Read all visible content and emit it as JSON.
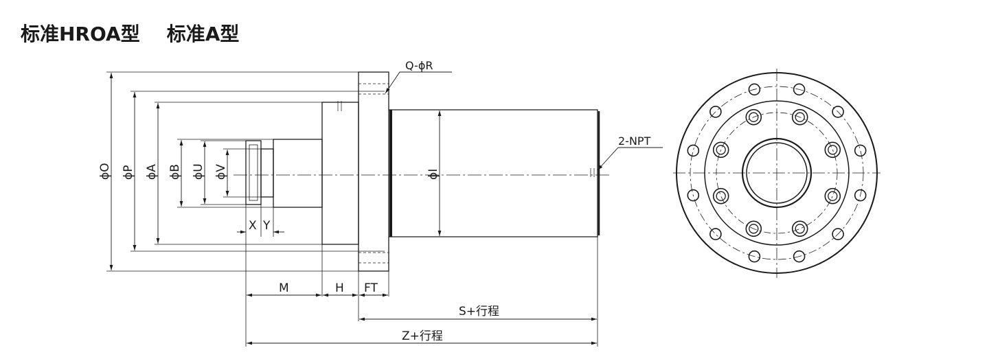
{
  "title": {
    "left": "标准HROA型",
    "right": "标准A型"
  },
  "labels": {
    "O": "ϕO",
    "P": "ϕP",
    "A": "ϕA",
    "B": "ϕB",
    "U": "ϕU",
    "V": "ϕV",
    "I": "ϕI",
    "X": "X",
    "Y": "Y",
    "M": "M",
    "H": "H",
    "FT": "FT",
    "S": "S+行程",
    "Z": "Z+行程",
    "QR": "Q-ϕR",
    "NPT": "2-NPT"
  },
  "colors": {
    "line": "#1a1a1a"
  }
}
